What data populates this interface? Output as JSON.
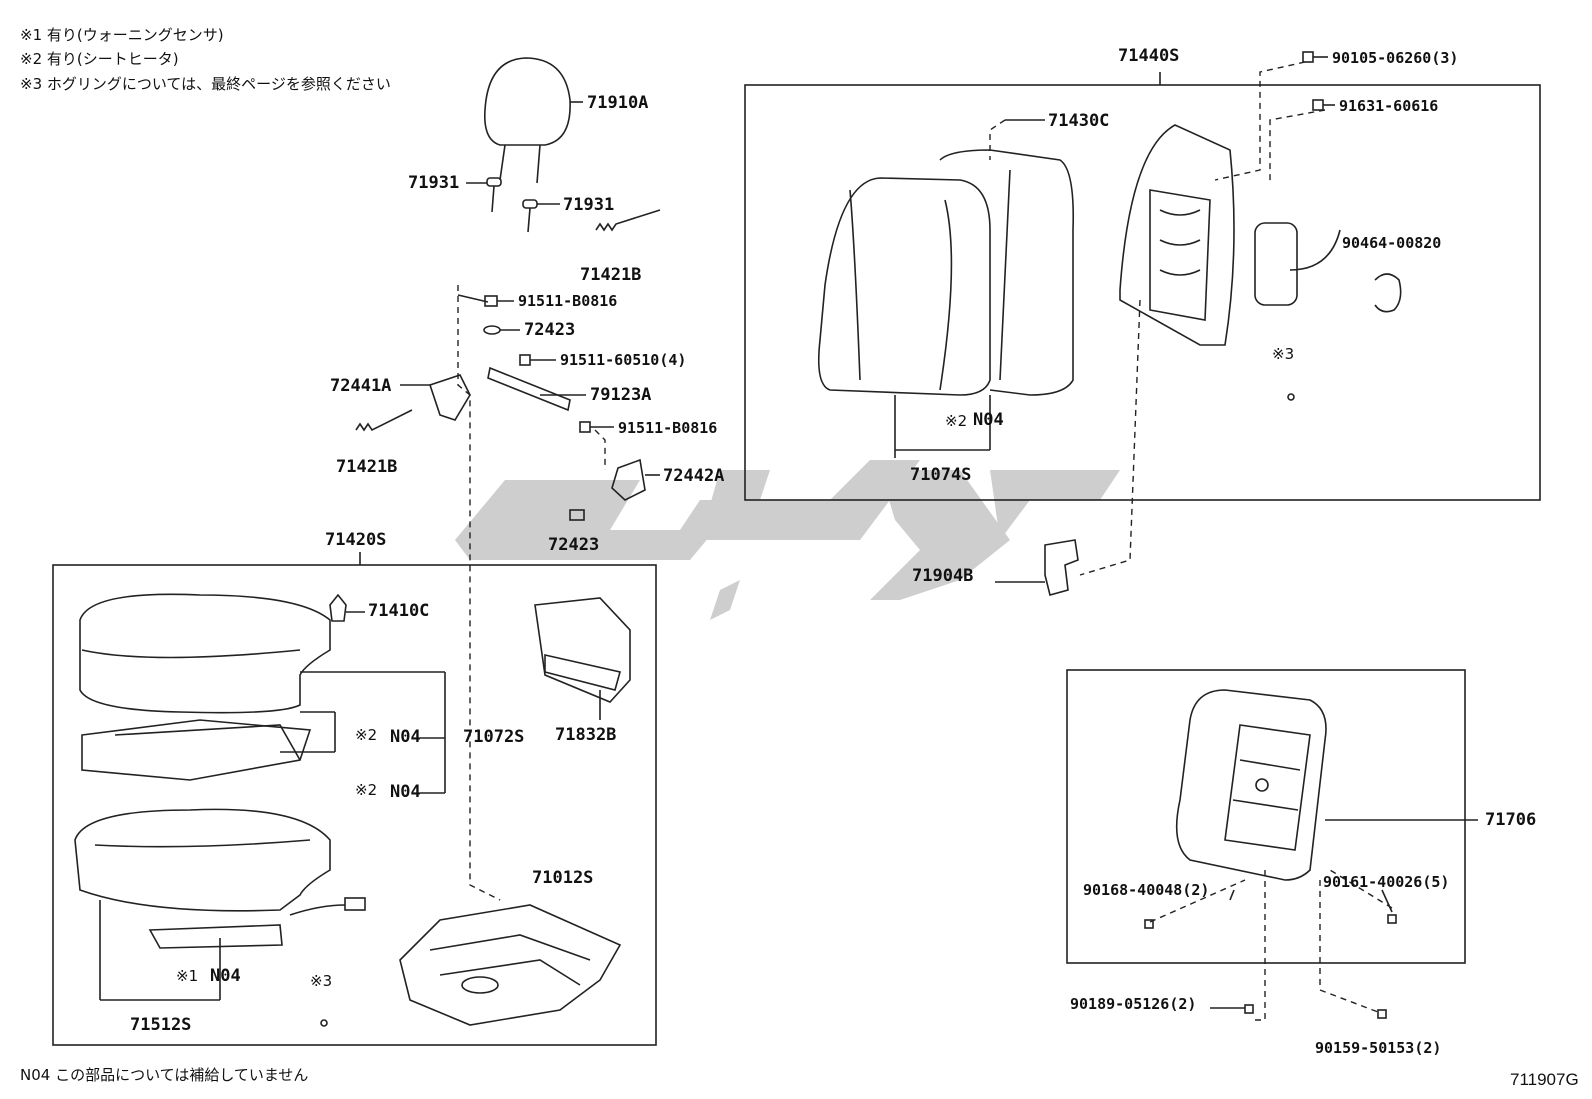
{
  "notes": {
    "n1": "※1 有り(ウォーニングセンサ)",
    "n2": "※2 有り(シートヒータ)",
    "n3": "※3  ホグリングについては、最終ページを参照ください",
    "footer": "N04 この部品については補給していません"
  },
  "diagram_code": "711907G",
  "marks": {
    "ref1": "※1",
    "ref2": "※2",
    "ref3": "※3"
  },
  "parts": {
    "p71440S": "71440S",
    "p90105": "90105-06260(3)",
    "p91631": "91631-60616",
    "p71430C": "71430C",
    "p90464": "90464-00820",
    "p71910A": "71910A",
    "p71931a": "71931",
    "p71931b": "71931",
    "p71421B_top": "71421B",
    "p91511_b0816_a": "91511-B0816",
    "p72423_a": "72423",
    "p91511_60510": "91511-60510(4)",
    "p72441A": "72441A",
    "p79123A": "79123A",
    "p91511_b0816_b": "91511-B0816",
    "p71421B_bot": "71421B",
    "p72442A": "72442A",
    "p72423_b": "72423",
    "p71074S": "71074S",
    "p_n04_back": "N04",
    "p71904B": "71904B",
    "p71420S": "71420S",
    "p71410C": "71410C",
    "p71832B": "71832B",
    "p_n04_a": "N04",
    "p71072S": "71072S",
    "p_n04_b": "N04",
    "p71012S": "71012S",
    "p_n04_c": "N04",
    "p71512S": "71512S",
    "p71706": "71706",
    "p90168": "90168-40048(2)",
    "p90161": "90161-40026(5)",
    "p90189": "90189-05126(2)",
    "p90159": "90159-50153(2)"
  }
}
